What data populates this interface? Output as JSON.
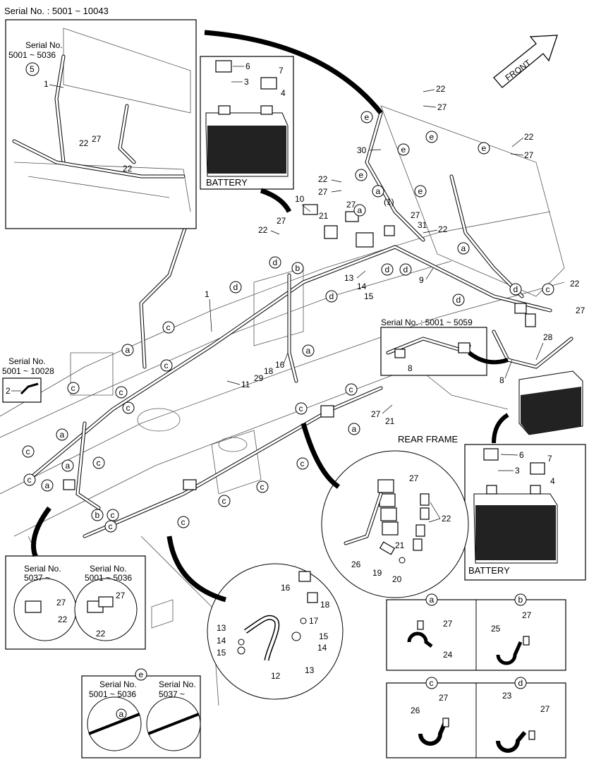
{
  "header": {
    "serial_range": "Serial No. : 5001 ~ 10043"
  },
  "direction": {
    "front_label": "FRONT"
  },
  "inset_top_left": {
    "serial_title": "Serial No.",
    "serial_range": "5001 ~ 5036",
    "callout": "5",
    "parts": [
      "1",
      "27",
      "22",
      "22"
    ]
  },
  "battery_top": {
    "title": "BATTERY",
    "parts": [
      "6",
      "3",
      "7",
      "4"
    ]
  },
  "battery_bottom": {
    "title": "BATTERY",
    "parts": [
      "6",
      "3",
      "7",
      "4"
    ]
  },
  "inset_left_small": {
    "serial_title": "Serial No.",
    "serial_range": "5001 ~ 10028",
    "part": "2"
  },
  "inset_serial_5059": {
    "serial_range": "Serial No. : 5001 ~ 5059",
    "part": "8"
  },
  "rear_frame": {
    "title": "REAR FRAME",
    "parts": [
      "27",
      "22",
      "21",
      "26",
      "19",
      "20"
    ]
  },
  "inset_bottom_left": {
    "left": {
      "serial_title": "Serial No.",
      "serial_range": "5037 ~",
      "parts": [
        "27",
        "22"
      ]
    },
    "right": {
      "serial_title": "Serial No.",
      "serial_range": "5001 ~ 5036",
      "parts": [
        "27",
        "22"
      ]
    }
  },
  "ground_detail": {
    "parts": [
      "16",
      "18",
      "17",
      "15",
      "14",
      "13",
      "13",
      "14",
      "15",
      "12"
    ]
  },
  "inset_e": {
    "tag": "e",
    "left": {
      "serial_title": "Serial No.",
      "serial_range": "5001 ~ 5036",
      "tag": "a"
    },
    "right": {
      "serial_title": "Serial No.",
      "serial_range": "5037 ~"
    }
  },
  "clamp_details": {
    "a": {
      "tag": "a",
      "parts": [
        "27",
        "24"
      ]
    },
    "b": {
      "tag": "b",
      "parts": [
        "27",
        "25"
      ]
    },
    "c": {
      "tag": "c",
      "parts": [
        "27",
        "26"
      ]
    },
    "d": {
      "tag": "d",
      "parts": [
        "23",
        "27"
      ]
    }
  },
  "main_labels": {
    "n30": "30",
    "n10": "10",
    "n21": "21",
    "n27a": "27",
    "n1p": "(1)",
    "n27b": "27",
    "n31": "31",
    "n22a": "22",
    "n22b": "22",
    "n27c": "27",
    "n22c": "22",
    "n27d": "27",
    "n22d": "22",
    "n27e": "27",
    "n22e": "22",
    "n27f": "27",
    "n22f": "22",
    "n9": "9",
    "n13": "13",
    "n14": "14",
    "n15": "15",
    "n1": "1",
    "n28": "28",
    "n8": "8",
    "n16": "16",
    "n18": "18",
    "n29": "29",
    "n11": "11",
    "n27g": "27",
    "n21b": "21",
    "n22g": "22",
    "n27h": "27"
  },
  "clip_tags": [
    "a",
    "b",
    "c",
    "d",
    "e"
  ]
}
